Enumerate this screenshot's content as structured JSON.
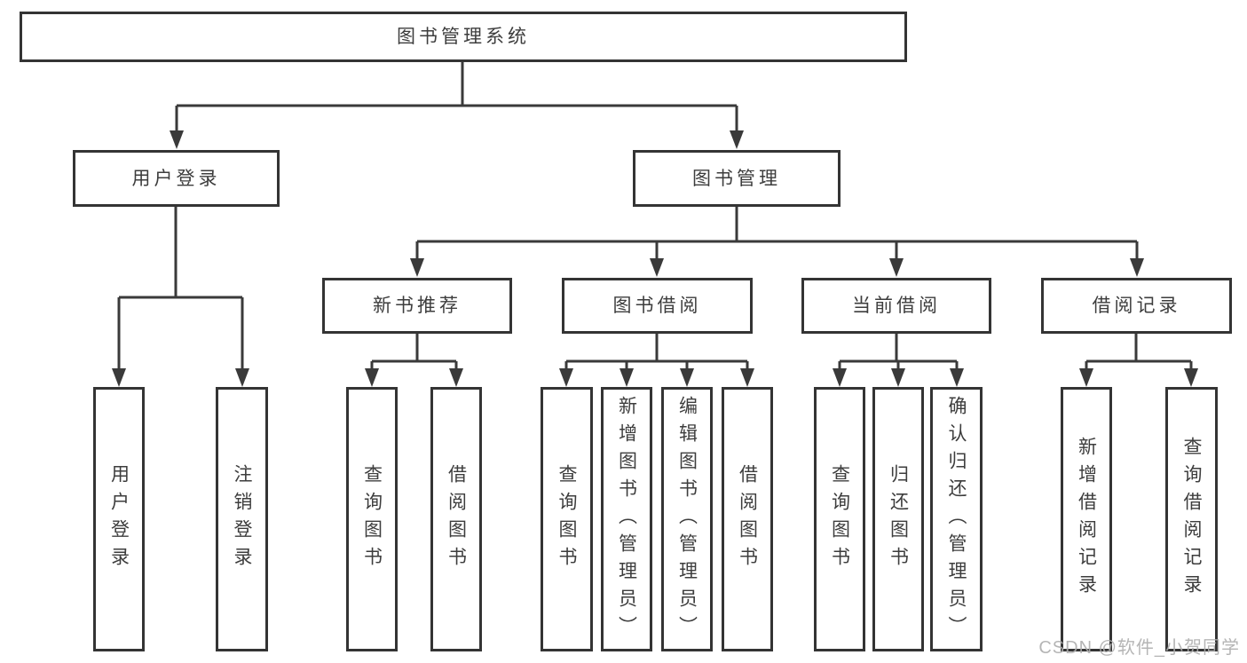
{
  "colors": {
    "background": "#ffffff",
    "box_border": "#343434",
    "line": "#3a3a3a",
    "text": "#3d3d3d",
    "watermark": "#aeaeae"
  },
  "watermark": {
    "text": "CSDN @软件_小贺同学"
  },
  "tree": {
    "root": {
      "label": "图书管理系统"
    },
    "branches": [
      {
        "label": "用户登录",
        "children": [
          {
            "label": "用户登录"
          },
          {
            "label": "注销登录"
          }
        ]
      },
      {
        "label": "图书管理",
        "children": [
          {
            "label": "新书推荐",
            "children": [
              {
                "label": "查询图书"
              },
              {
                "label": "借阅图书"
              }
            ]
          },
          {
            "label": "图书借阅",
            "children": [
              {
                "label": "查询图书"
              },
              {
                "label": "新增图书（管理员）"
              },
              {
                "label": "编辑图书（管理员）"
              },
              {
                "label": "借阅图书"
              }
            ]
          },
          {
            "label": "当前借阅",
            "children": [
              {
                "label": "查询图书"
              },
              {
                "label": "归还图书"
              },
              {
                "label": "确认归还（管理员）"
              }
            ]
          },
          {
            "label": "借阅记录",
            "children": [
              {
                "label": "新增借阅记录"
              },
              {
                "label": "查询借阅记录"
              }
            ]
          }
        ]
      }
    ]
  }
}
